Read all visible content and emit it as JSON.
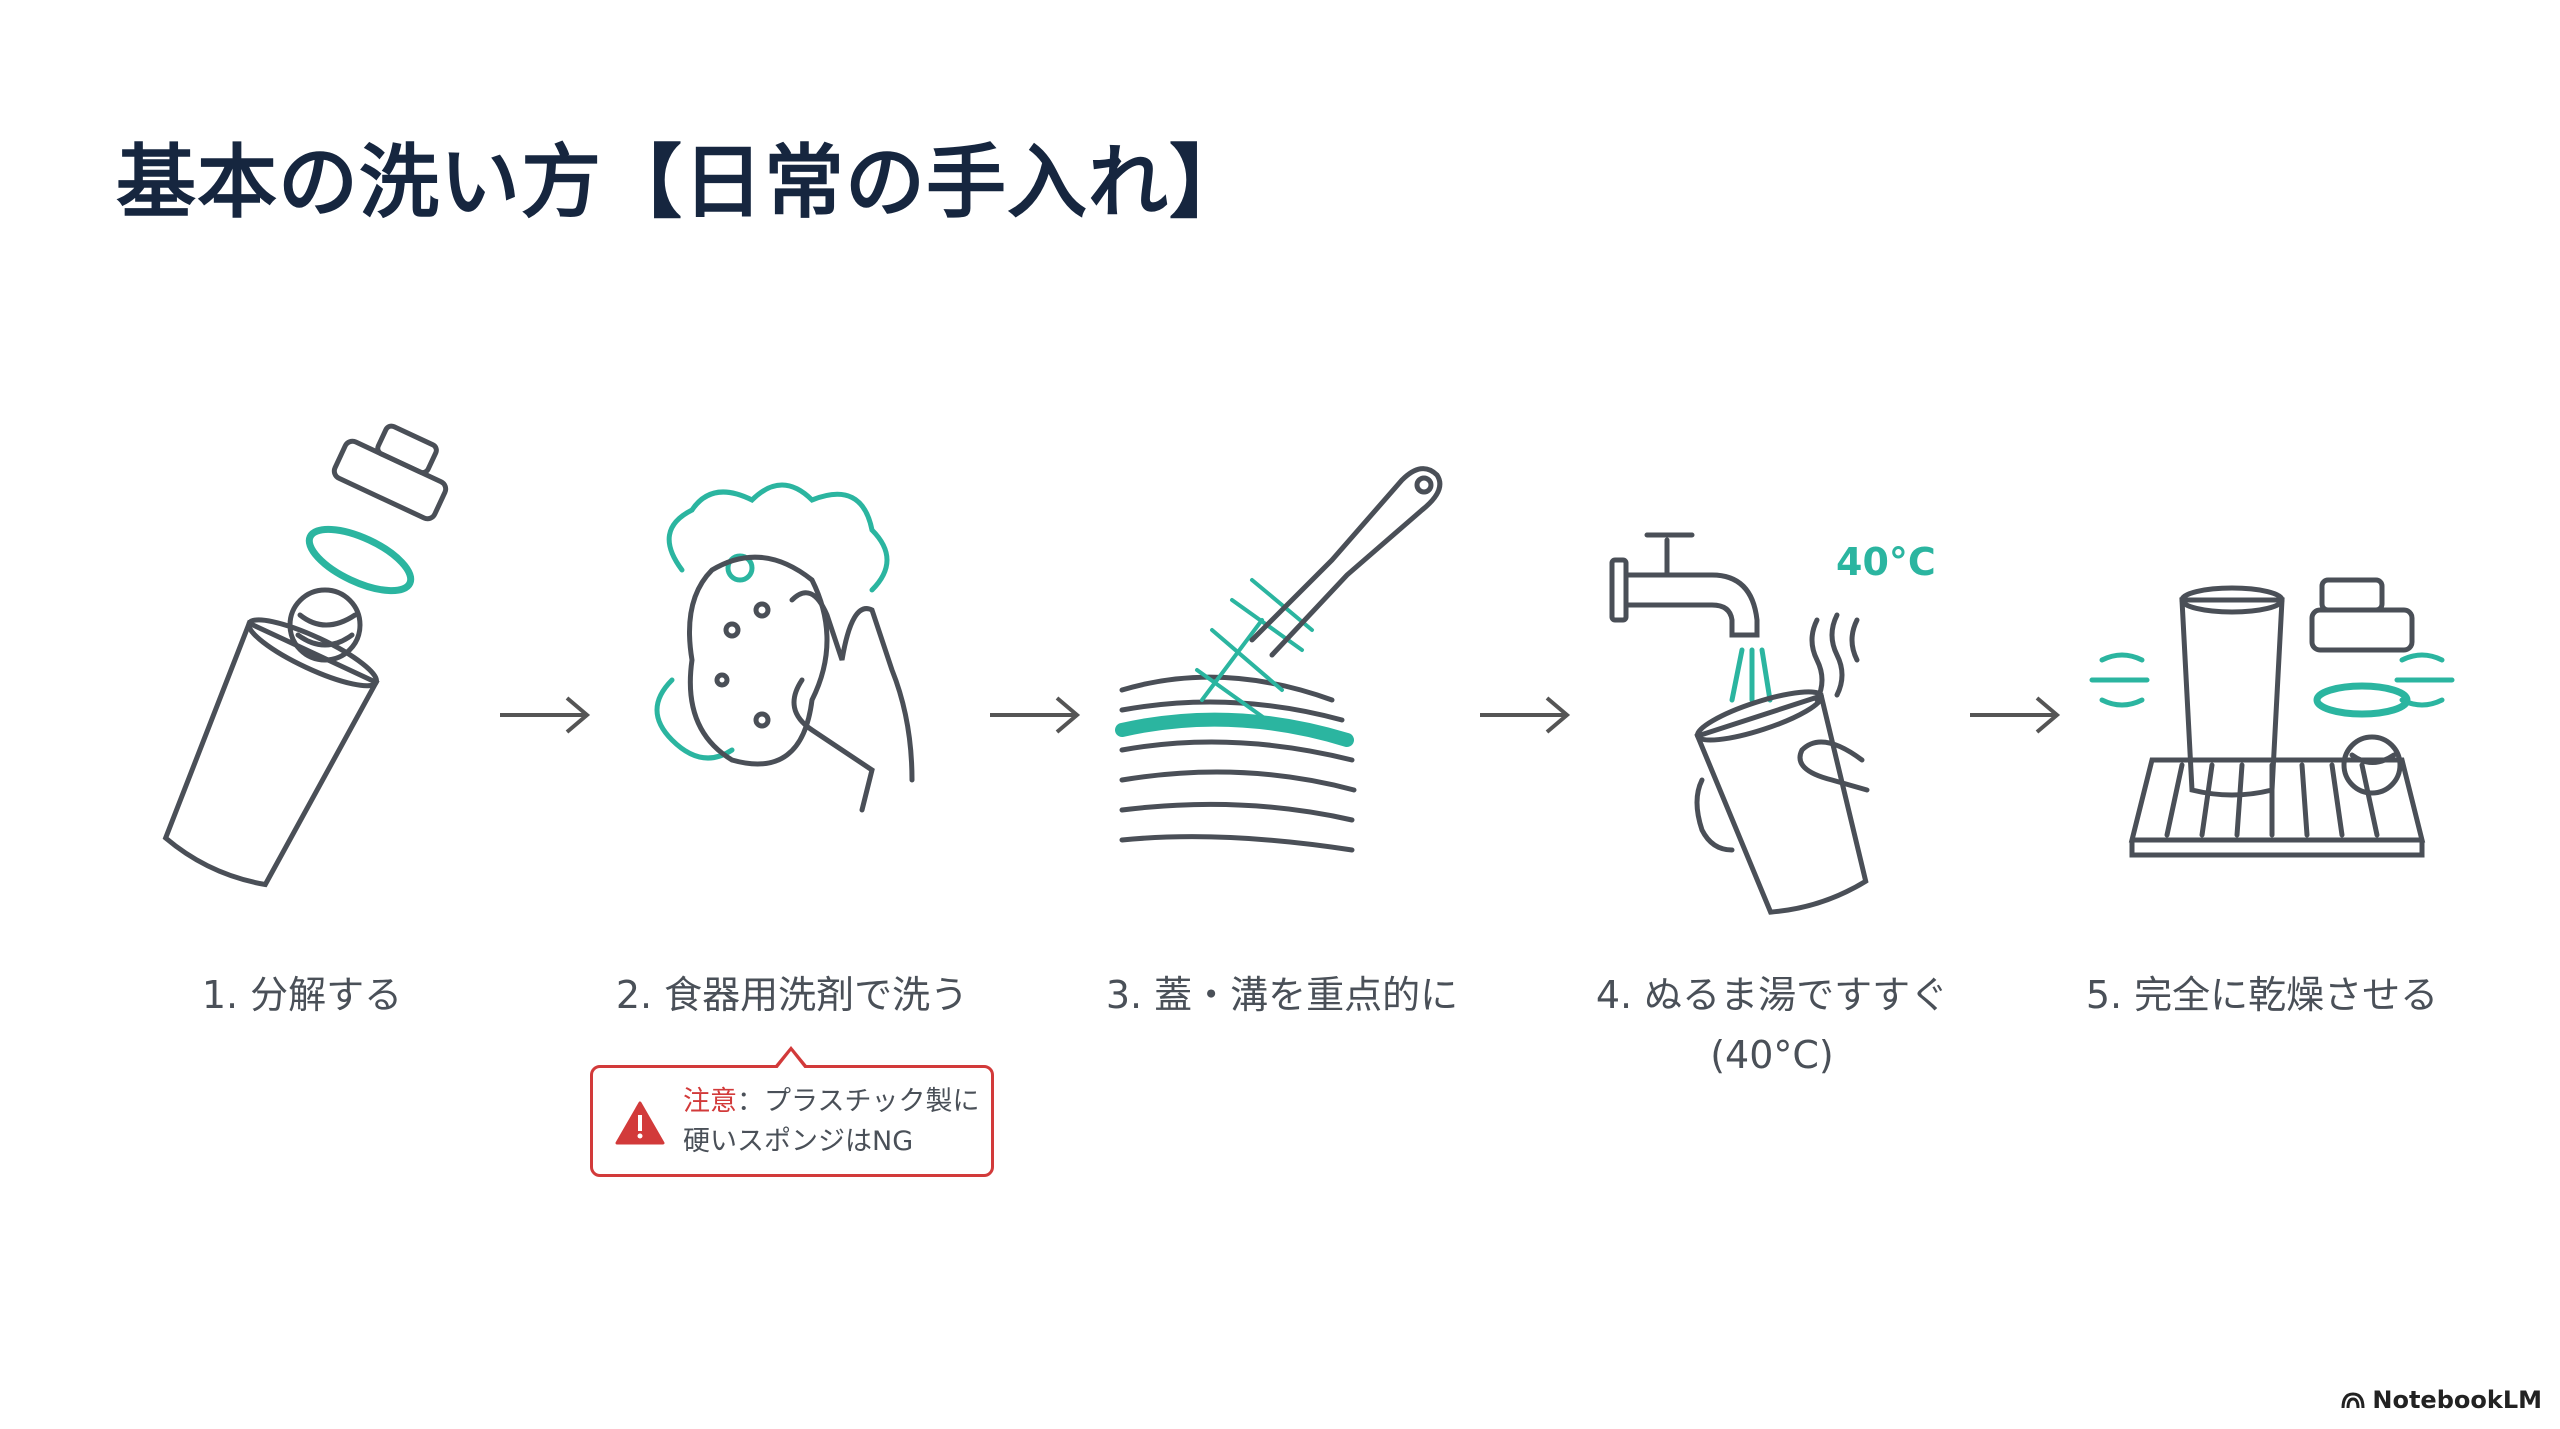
{
  "title": "基本の洗い方【日常の手入れ】",
  "steps": [
    {
      "label": "1. 分解する"
    },
    {
      "label": "2. 食器用洗剤で洗う"
    },
    {
      "label": "3. 蓋・溝を重点的に"
    },
    {
      "label": "4. ぬるま湯ですすぐ",
      "label2": "(40°C)",
      "temp_badge": "40°C"
    },
    {
      "label": "5. 完全に乾燥させる"
    }
  ],
  "caution": {
    "heading": "注意",
    "sep": "：",
    "line1": "プラスチック製に",
    "line2": "硬いスポンジはNG"
  },
  "logo": "NotebookLM",
  "colors": {
    "accent": "#2bb5a0",
    "warning": "#d23a3a",
    "title": "#16263f",
    "stroke": "#4a4f57"
  }
}
